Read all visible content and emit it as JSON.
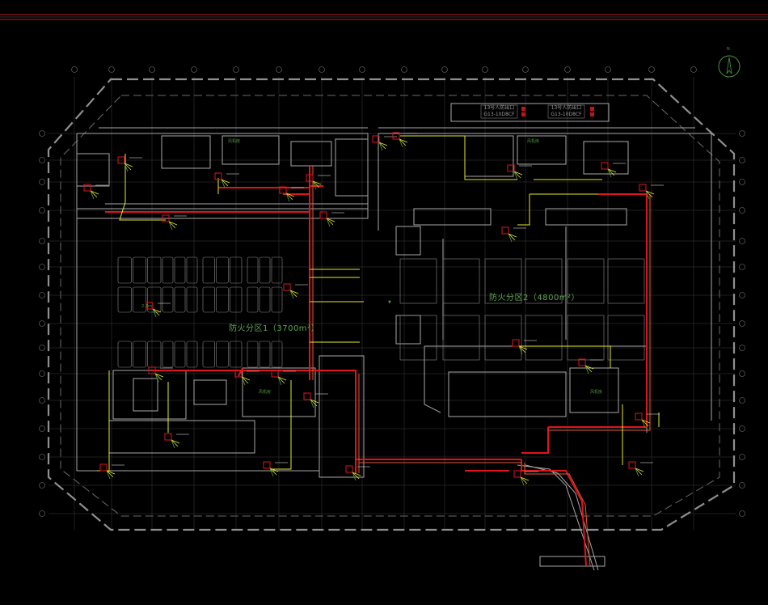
{
  "drawing": {
    "fire_zone_1_label": "防火分区1（3700m²）",
    "fire_zone_2_label": "防火分区2（4800m²）",
    "shelter_1_title": "13号人防出口",
    "shelter_1_code": "G13-10D8CF",
    "shelter_2_title": "13号人防出口",
    "shelter_2_code": "G13-10D8CF",
    "north_label": "N",
    "colors": {
      "background": "#000000",
      "red_line": "#e0141b",
      "yellow_line": "#f2f23a",
      "grid": "#5a5a5a",
      "wall": "#9a9a9a",
      "green_text": "#5fa64f"
    }
  }
}
